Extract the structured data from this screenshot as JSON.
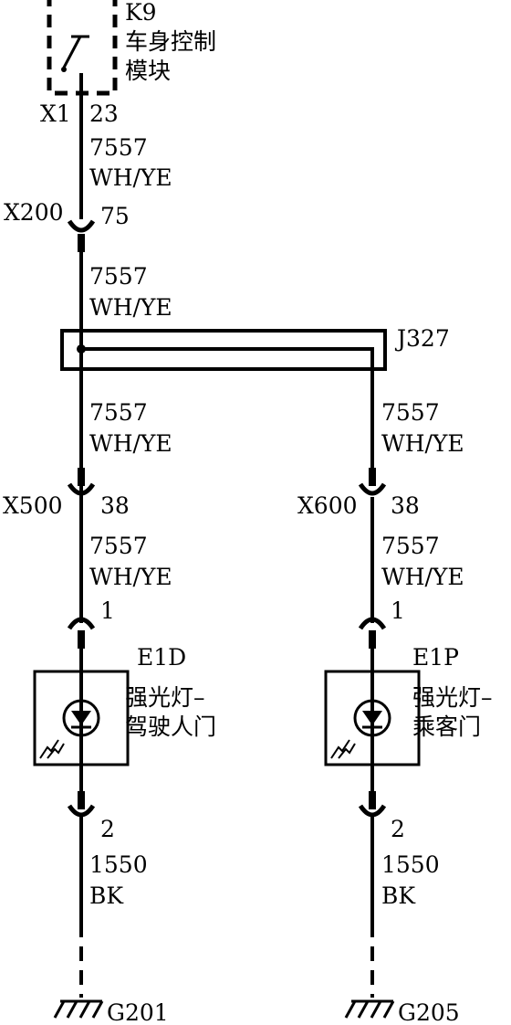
{
  "module": {
    "id": "K9",
    "name_line1": "车身控制",
    "name_line2": "模块"
  },
  "connectors": {
    "x1": {
      "id": "X1",
      "pin": "23"
    },
    "x200": {
      "id": "X200",
      "pin": "75"
    },
    "x500": {
      "id": "X500",
      "pin": "38"
    },
    "x600": {
      "id": "X600",
      "pin": "38"
    }
  },
  "splice": {
    "id": "J327"
  },
  "wires": {
    "w1": {
      "circuit": "7557",
      "color": "WH/YE"
    },
    "w2": {
      "circuit": "7557",
      "color": "WH/YE"
    },
    "w3l": {
      "circuit": "7557",
      "color": "WH/YE"
    },
    "w3r": {
      "circuit": "7557",
      "color": "WH/YE"
    },
    "w4l": {
      "circuit": "7557",
      "color": "WH/YE"
    },
    "w4r": {
      "circuit": "7557",
      "color": "WH/YE"
    },
    "w5l": {
      "circuit": "1550",
      "color": "BK"
    },
    "w5r": {
      "circuit": "1550",
      "color": "BK"
    }
  },
  "lamps": {
    "left": {
      "id": "E1D",
      "name_line1": "强光灯–",
      "name_line2": "驾驶人门",
      "pin_top": "1",
      "pin_bottom": "2"
    },
    "right": {
      "id": "E1P",
      "name_line1": "强光灯–",
      "name_line2": "乘客门",
      "pin_top": "1",
      "pin_bottom": "2"
    }
  },
  "grounds": {
    "left": "G201",
    "right": "G205"
  }
}
